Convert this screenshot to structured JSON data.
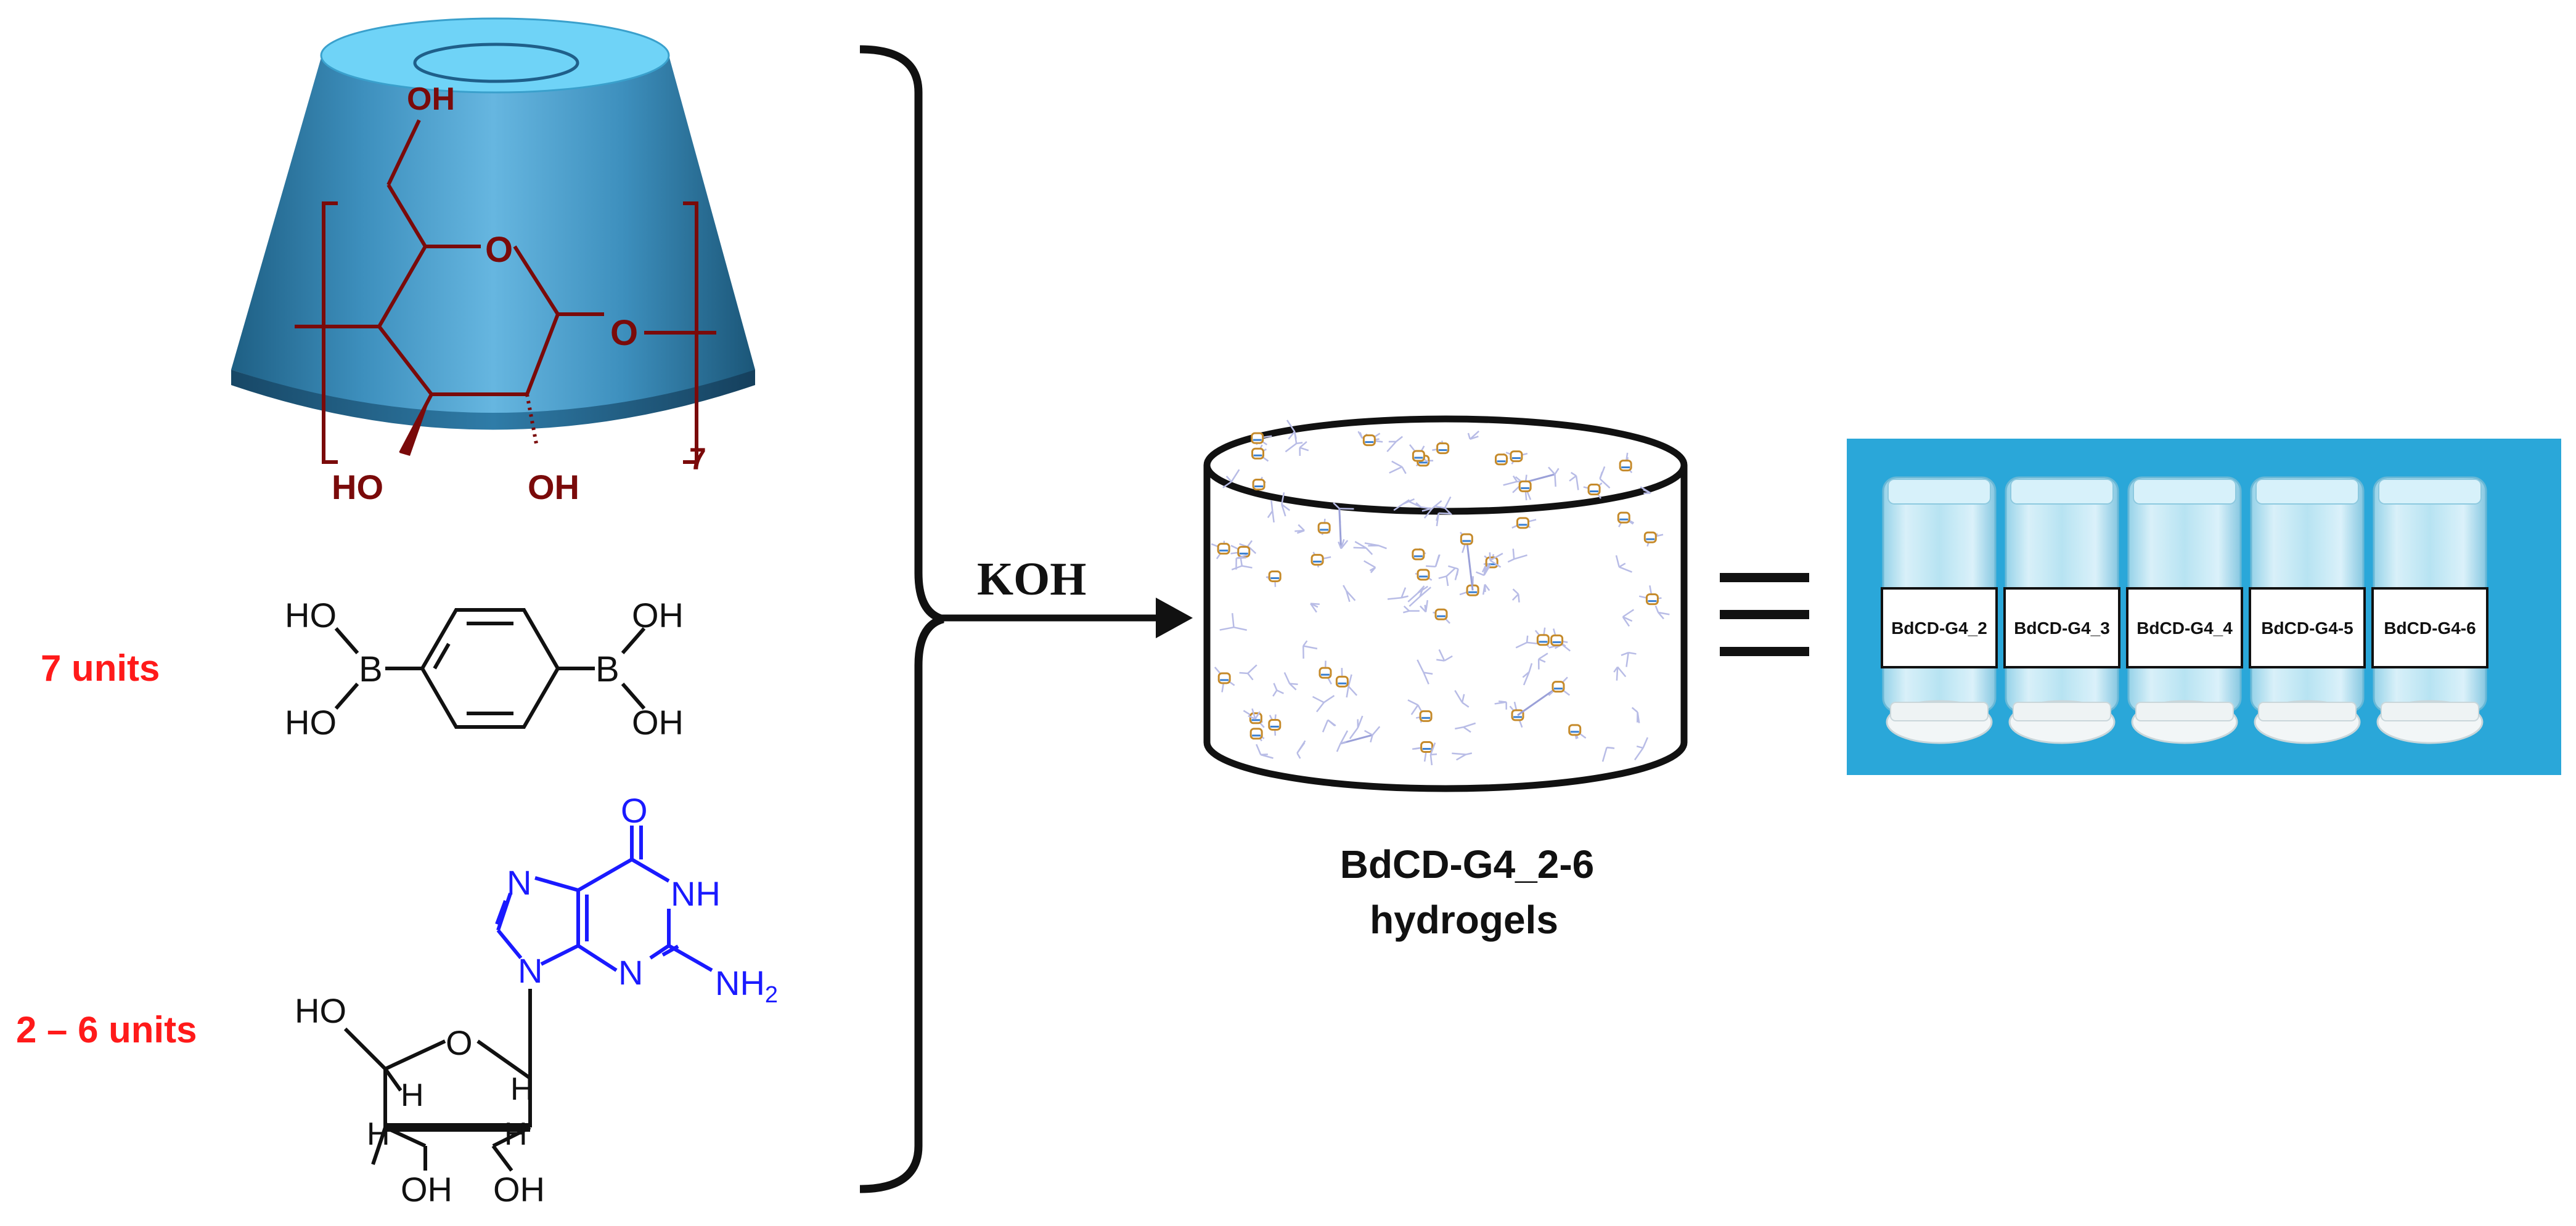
{
  "cyclodextrin": {
    "atom_oh_top": "OH",
    "atom_o_ring": "O",
    "atom_o_link": "O",
    "atom_oh_left": "HO",
    "atom_oh_right": "OH",
    "subscript": "7"
  },
  "boronic_acid": {
    "label_units": "7 units",
    "ho_top_left": "HO",
    "ho_bottom_left": "HO",
    "oh_top_right": "OH",
    "oh_bottom_right": "OH",
    "boron_left": "B",
    "boron_right": "B"
  },
  "guanosine": {
    "label_units": "2 – 6 units",
    "carbonyl_o": "O",
    "n_imid": "N",
    "nh": "NH",
    "n9": "N",
    "n3": "N",
    "nh2": "NH",
    "nh2_sub": "2",
    "ho_sugar": "HO",
    "o_sugar": "O",
    "h1": "H",
    "h2": "H",
    "h3": "H",
    "h4": "H",
    "oh1": "OH",
    "oh2": "OH"
  },
  "reaction": {
    "reagent": "KOH"
  },
  "product": {
    "caption_line1": "BdCD-G4_2-6",
    "caption_line2": "hydrogels"
  },
  "photo": {
    "background_color": "#2aa7d9",
    "vials": [
      "BdCD-G4_2",
      "BdCD-G4_3",
      "BdCD-G4_4",
      "BdCD-G4-5",
      "BdCD-G4-6"
    ]
  }
}
